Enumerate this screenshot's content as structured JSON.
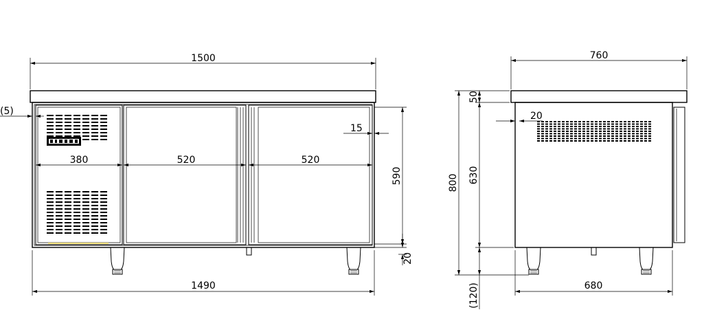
{
  "colors": {
    "line": "#000000",
    "background": "#ffffff",
    "highlight": "#f1e07a"
  },
  "front_view": {
    "overall_width": "1500",
    "body_width": "1490",
    "offset": "(5)",
    "compartment_width": "380",
    "door_left_width": "520",
    "door_right_width": "520",
    "gap": "15",
    "body_height": "590",
    "leg_clearance": "20"
  },
  "side_view": {
    "overall_depth": "760",
    "top_thickness": "50",
    "overall_height": "800",
    "inner_height": "630",
    "inset": "20",
    "leg_height": "(120)",
    "body_depth": "680"
  }
}
